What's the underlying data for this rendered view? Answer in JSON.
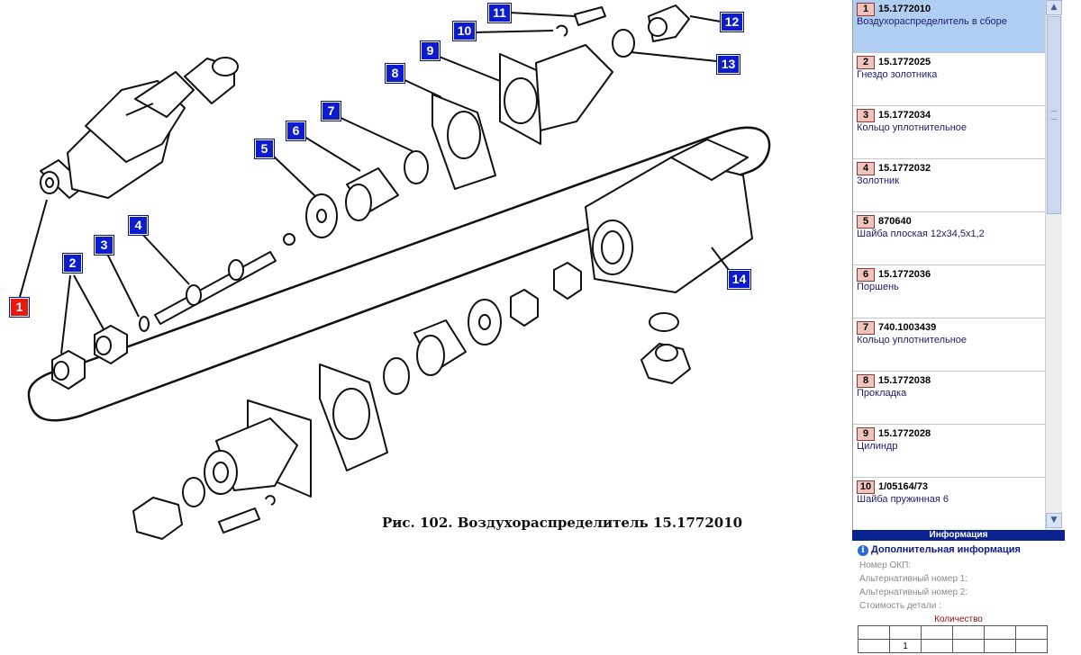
{
  "diagram": {
    "caption": "Рис. 102. Воздухораспределитель 15.1772010",
    "selected_callout": "1",
    "callouts": [
      "1",
      "2",
      "3",
      "4",
      "5",
      "6",
      "7",
      "8",
      "9",
      "10",
      "11",
      "12",
      "13",
      "14"
    ]
  },
  "parts": [
    {
      "num": "1",
      "code": "15.1772010",
      "name": "Воздухораспределитель в сборе",
      "selected": true
    },
    {
      "num": "2",
      "code": "15.1772025",
      "name": "Гнездо золотника"
    },
    {
      "num": "3",
      "code": "15.1772034",
      "name": "Кольцо уплотнительное"
    },
    {
      "num": "4",
      "code": "15.1772032",
      "name": "Золотник"
    },
    {
      "num": "5",
      "code": "870640",
      "name": "Шайба плоская 12x34,5x1,2"
    },
    {
      "num": "6",
      "code": "15.1772036",
      "name": "Поршень"
    },
    {
      "num": "7",
      "code": "740.1003439",
      "name": "Кольцо уплотнительное"
    },
    {
      "num": "8",
      "code": "15.1772038",
      "name": "Прокладка"
    },
    {
      "num": "9",
      "code": "15.1772028",
      "name": "Цилиндр"
    },
    {
      "num": "10",
      "code": "1/05164/73",
      "name": "Шайба пружинная 6"
    }
  ],
  "scrollbar": {
    "up_icon": "chevron-up-icon",
    "down_icon": "chevron-down-icon"
  },
  "info": {
    "header": "Информация",
    "subtitle": "Дополнительная информация",
    "info_icon": "i",
    "okp_label": "Номер ОКП:",
    "alt1_label": "Альтернативный номер 1:",
    "alt2_label": "Альтернативный номер 2:",
    "cost_label": "Стоимость детали :",
    "qty_label": "Количество",
    "qty_value": "1"
  },
  "colors": {
    "callout": "#0d1ccf",
    "callout_selected": "#e81a0e",
    "selected_row": "#b0cdf2",
    "info_header": "#0a2390"
  }
}
